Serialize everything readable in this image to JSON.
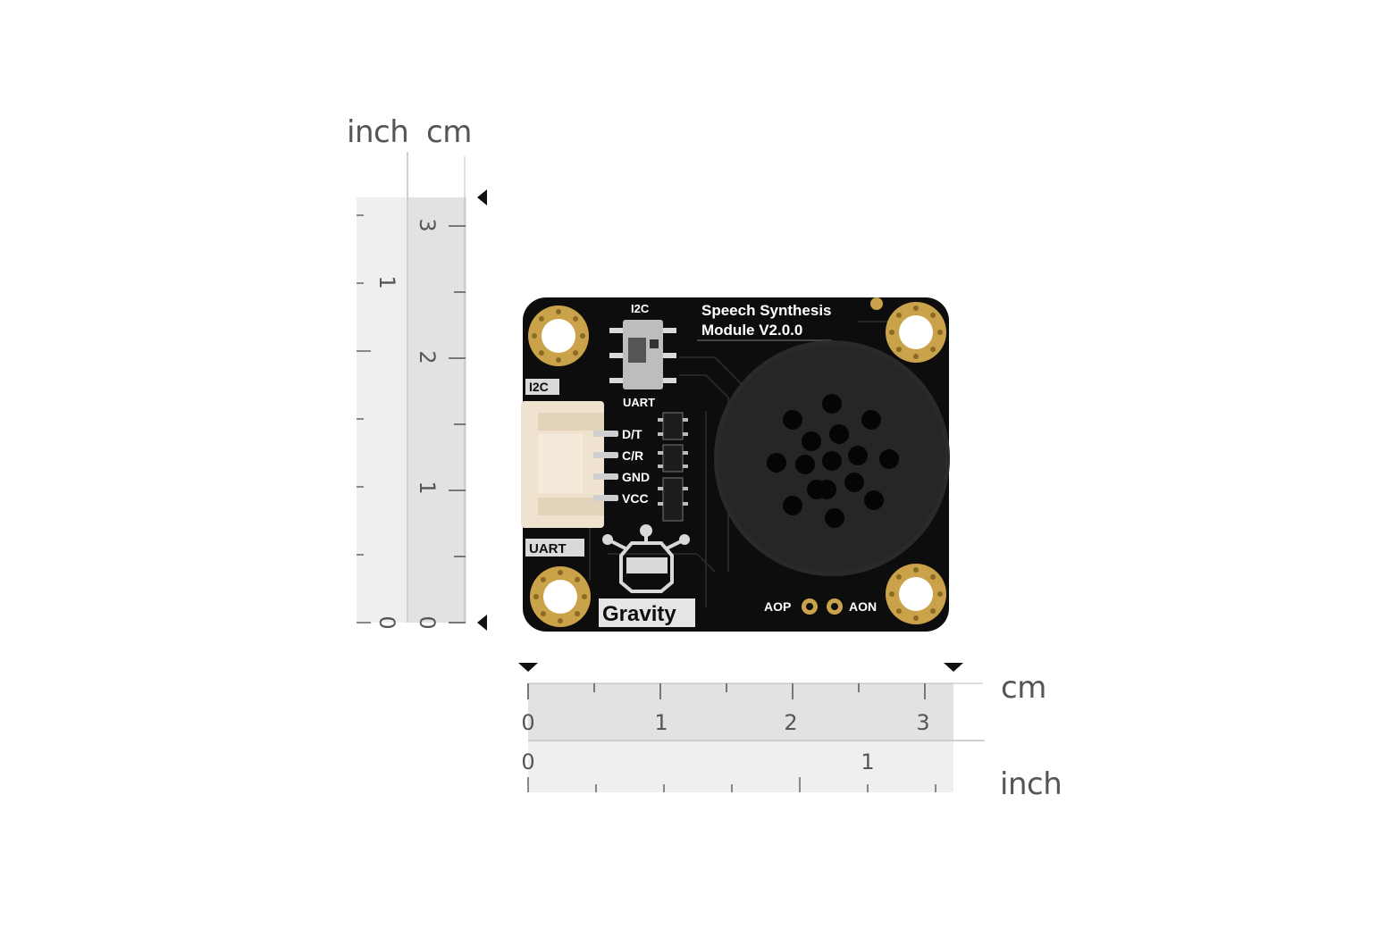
{
  "rulers": {
    "vertical": {
      "inch_label": "inch",
      "cm_label": "cm",
      "cm_ticks": [
        "0",
        "1",
        "2",
        "3"
      ],
      "inch_ticks": [
        "0",
        "1"
      ]
    },
    "horizontal": {
      "cm_label": "cm",
      "inch_label": "inch",
      "cm_ticks": [
        "0",
        "1",
        "2",
        "3"
      ],
      "inch_ticks": [
        "0",
        "1"
      ]
    }
  },
  "board": {
    "title_line1": "Speech Synthesis",
    "title_line2": "Module V2.0.0",
    "switch_top": "I2C",
    "switch_bottom": "UART",
    "port_i2c": "I2C",
    "port_uart": "UART",
    "pins": [
      "D/T",
      "C/R",
      "GND",
      "VCC"
    ],
    "brand": "Gravity",
    "aop": "AOP",
    "aon": "AON",
    "colors": {
      "pcb": "#0d0d0d",
      "gold": "#c9a24a",
      "connector": "#efe3cf",
      "speaker": "#2a2a2a"
    }
  }
}
